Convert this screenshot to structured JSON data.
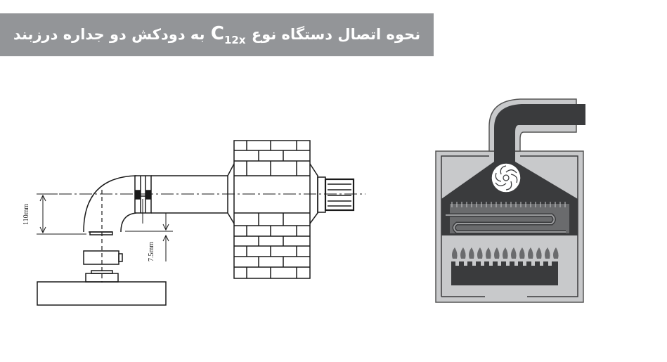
{
  "title": {
    "before": "نحوه اتصال دستگاه نوع",
    "c_letter": "C",
    "c_subscript": "12x",
    "after": "به دودکش دو جداره درزبند",
    "background": "#939598",
    "text_color": "#ffffff"
  },
  "left_diagram": {
    "dimension_height": "110mm",
    "dimension_gap": "7.5mm",
    "line_color": "#1a1a1a"
  },
  "right_diagram": {
    "casing_color": "#c8c9cb",
    "dark_color": "#3a3b3d",
    "flame_count": 13
  }
}
